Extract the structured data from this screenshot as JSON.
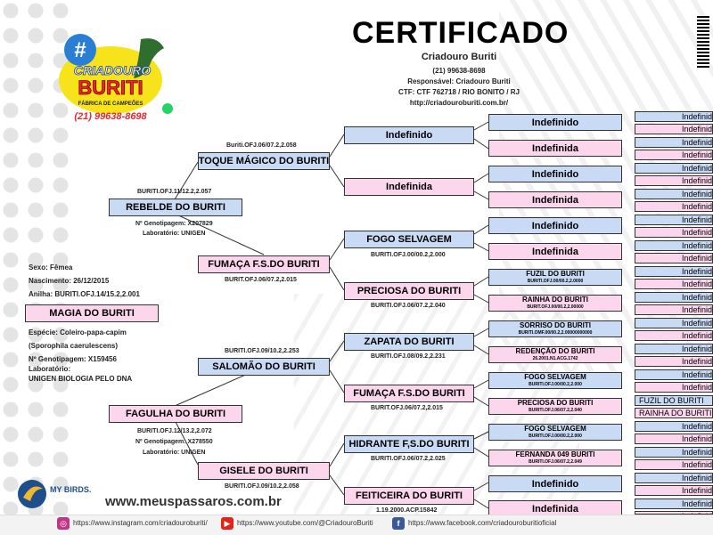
{
  "title": "CERTIFICADO",
  "header": {
    "breeder": "Criadouro Buriti",
    "phone": "(21) 99638-8698",
    "responsible": "Responsável: Criadouro Buriti",
    "ctf": "CTF: CTF 762718 / RIO BONITO / RJ",
    "url": "http://criadouroburiti.com.br/"
  },
  "logo": {
    "hash": "#",
    "line1": "CRIADOURO",
    "line2": "BURITI",
    "line3": "FÁBRICA DE CAMPEÕES",
    "phone": "(21) 99638-8698"
  },
  "subject": {
    "sex": "Sexo: Fêmea",
    "birth": "Nascimento: 26/12/2015",
    "ring": "Anilha: BURITI.OFJ.14/15.2,2.001",
    "name": "MAGIA DO BURITI",
    "species": "Espécie: Coleiro-papa-capim",
    "sci": "(Sporophila caerulescens)",
    "geno": "Nº Genotipagem: X159456",
    "lab_label": "Laboratório:",
    "lab": "UNIGEN BIOLOGIA PELO DNA"
  },
  "gen1": {
    "father": {
      "name": "REBELDE DO BURITI",
      "ring": "BURITI.OFJ.11/12.2,2.057",
      "geno": "Nº Genotipagem: X207829",
      "lab": "Laboratório: UNIGEN"
    },
    "mother": {
      "name": "FAGULHA DO BURITI",
      "ring": "BURITI.OFJ.12/13.2,2.072",
      "geno": "Nº Genotipagem: X278550",
      "lab": "Laboratório: UNIGEN"
    }
  },
  "gen2": {
    "ff": {
      "name": "TOQUE MÁGICO DO BURITI",
      "ring": "Buriti.OFJ.06/07.2,2.058"
    },
    "fm": {
      "name": "FUMAÇA F.S.DO BURITI",
      "ring": "BURIT.OFJ.06/07.2,2.015"
    },
    "mf": {
      "name": "SALOMÃO DO BURITI",
      "ring": "BURITI.OFJ.09/10.2,2.253"
    },
    "mm": {
      "name": "GISELE DO BURITI",
      "ring": "BURITI.OFJ.09/10.2,2.058"
    }
  },
  "gen3": [
    {
      "name": "Indefinido",
      "ring": ""
    },
    {
      "name": "Indefinida",
      "ring": ""
    },
    {
      "name": "FOGO SELVAGEM",
      "ring": "BURITI.OFJ.00/00.2,2.000"
    },
    {
      "name": "PRECIOSA DO BURITI",
      "ring": "BURITI.OFJ.06/07.2,2.040"
    },
    {
      "name": "ZAPATA DO BURITI",
      "ring": "BURITI.OFJ.08/09.2,2.231"
    },
    {
      "name": "FUMAÇA F.S.DO BURITI",
      "ring": "BURIT.OFJ.06/07.2,2.015"
    },
    {
      "name": "HIDRANTE F,S.DO BURITI",
      "ring": "BURITI.OFJ.06/07.2,2.025"
    },
    {
      "name": "FEITICEIRA DO BURITI",
      "ring": "1.19.2000.ACP.15842"
    }
  ],
  "gen4": [
    {
      "name": "Indefinido",
      "ring": ""
    },
    {
      "name": "Indefinida",
      "ring": ""
    },
    {
      "name": "Indefinido",
      "ring": ""
    },
    {
      "name": "Indefinida",
      "ring": ""
    },
    {
      "name": "Indefinido",
      "ring": ""
    },
    {
      "name": "Indefinida",
      "ring": ""
    },
    {
      "name": "FUZIL DO BURITI",
      "ring": "BURITI.OFJ.00/00.2,2.0000"
    },
    {
      "name": "RAINHA DO BURITI",
      "ring": "BURIT.OFJ.00/00.2,2.00000"
    },
    {
      "name": "SORRISO DO BURITI",
      "ring": "BURITI.OMF.00/00.2,2.00000000000"
    },
    {
      "name": "REDENÇÃO DO BURITI",
      "ring": "26.2001.N1.ACG.1742"
    },
    {
      "name": "FOGO SELVAGEM",
      "ring": "BURITI.OFJ.00/00.2,2.000"
    },
    {
      "name": "PRECIOSA DO BURITI",
      "ring": "BURITI.OFJ.06/07.2,2.040"
    },
    {
      "name": "FOGO SELVAGEM",
      "ring": "BURITI.OFJ.00/00.2,2.000"
    },
    {
      "name": "FERNANDA 049 BURITI",
      "ring": "BURITI.OFJ.06/07.2,2.049"
    },
    {
      "name": "Indefinido",
      "ring": ""
    },
    {
      "name": "Indefinida",
      "ring": ""
    }
  ],
  "gen5": [
    "Indefinido",
    "Indefinida",
    "Indefinido",
    "Indefinida",
    "Indefinido",
    "Indefinida",
    "Indefinido",
    "Indefinida",
    "Indefinido",
    "Indefinida",
    "Indefinido",
    "Indefinida",
    "Indefinido",
    "Indefinida",
    "Indefinido",
    "Indefinida",
    "Indefinido",
    "Indefinida",
    "Indefinido",
    "Indefinida",
    "Indefinido",
    "Indefinida",
    "FUZIL DO BURITI",
    "RAINHA DO BURITI",
    "Indefinido",
    "Indefinida",
    "Indefinido",
    "Indefinida",
    "Indefinido",
    "Indefinida",
    "Indefinido",
    "Indefinida"
  ],
  "footer": {
    "brand": "MY BIRDS.",
    "site": "www.meuspassaros.com.br",
    "instagram": "https://www.instagram.com/criadouroburiti/",
    "youtube": "https://www.youtube.com/@CriadouroBuriti",
    "facebook": "https://www.facebook.com/criadouroburitioficial"
  },
  "colors": {
    "male": "#c9daf5",
    "female": "#fcd6ec",
    "accent": "#e8262d",
    "logo_yellow": "#f7e31b"
  }
}
